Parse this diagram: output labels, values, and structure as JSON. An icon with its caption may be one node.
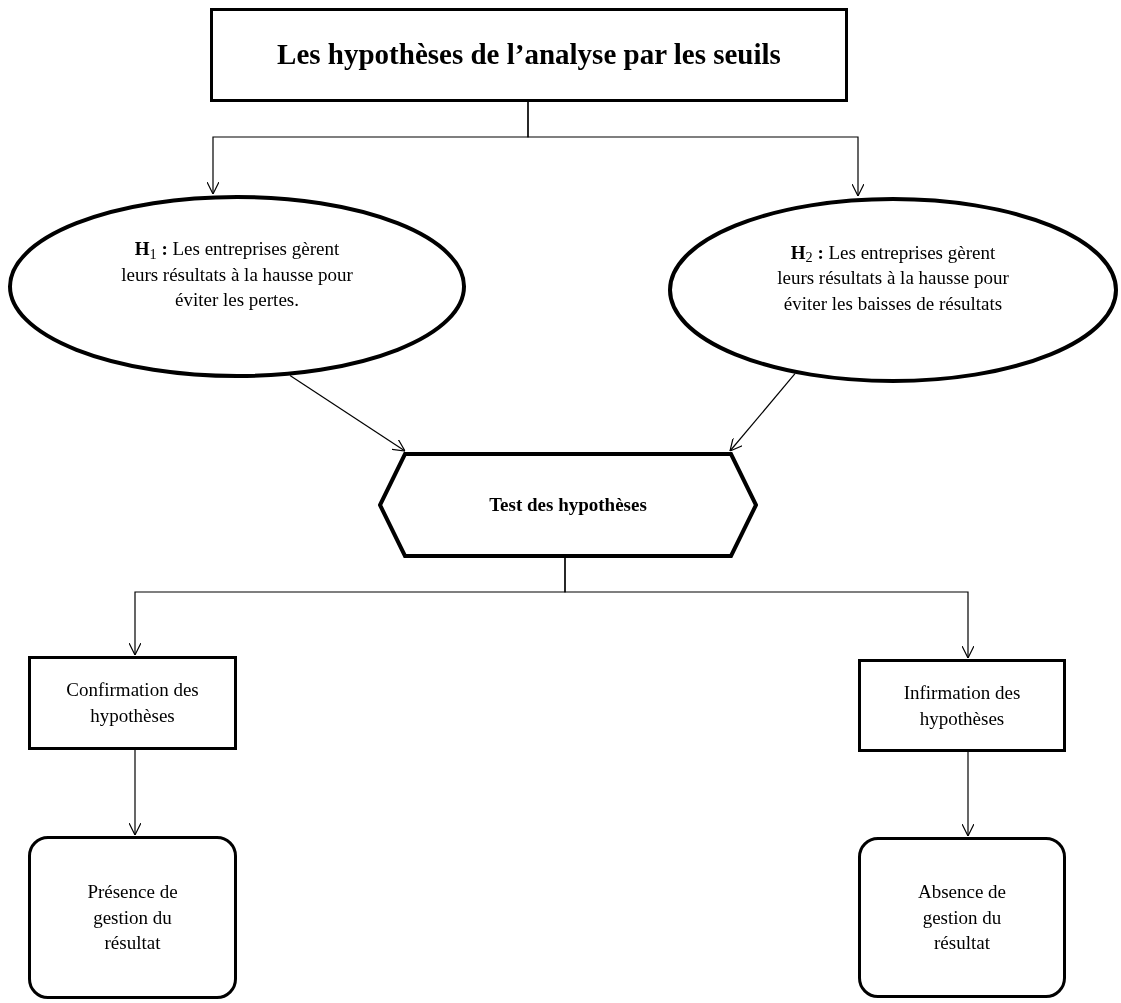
{
  "diagram": {
    "nodes": [
      {
        "text": [
          "Les hypothèses de l’analyse par les seuils"
        ]
      },
      {
        "text": [
          "**H**$_{1}$ **:** Les entreprises gèrent leurs résultats à la hausse pour éviter les pertes."
        ]
      },
      {
        "text": [
          "**H**$_{2}$ **:** Les entreprises gèrent leurs résultats à la hausse pour éviter les baisses de résultats"
        ]
      },
      {
        "text": [
          "Test des hypothèses"
        ]
      },
      {
        "text": [
          "Confirmation des hypothèses"
        ]
      },
      {
        "text": [
          "Infirmation des hypothèses"
        ]
      },
      {
        "text": [
          "Présence de gestion du résultat"
        ]
      },
      {
        "text": [
          "Absence de gestion du résultat"
        ]
      }
    ],
    "edges": [
      {
        "from": 0,
        "to": 1,
        "arrow": "to"
      },
      {
        "from": 0,
        "to": 2,
        "arrow": "to"
      },
      {
        "from": 1,
        "to": 3,
        "arrow": "to"
      },
      {
        "from": 2,
        "to": 3,
        "arrow": "to"
      },
      {
        "from": 3,
        "to": 4,
        "arrow": "to"
      },
      {
        "from": 3,
        "to": 5,
        "arrow": "to"
      },
      {
        "from": 4,
        "to": 6,
        "arrow": "to"
      },
      {
        "from": 5,
        "to": 7,
        "arrow": "to"
      }
    ]
  }
}
